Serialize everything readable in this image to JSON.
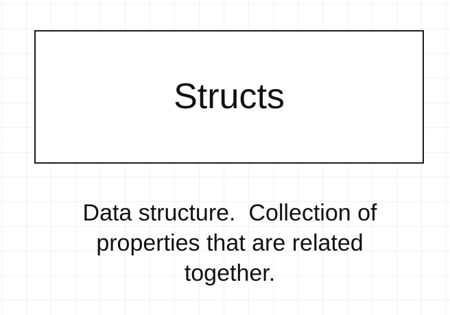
{
  "diagram": {
    "box": {
      "label": "Structs"
    },
    "description": {
      "lines": [
        "Data structure.  Collection of",
        "properties that are related",
        "together."
      ]
    }
  }
}
